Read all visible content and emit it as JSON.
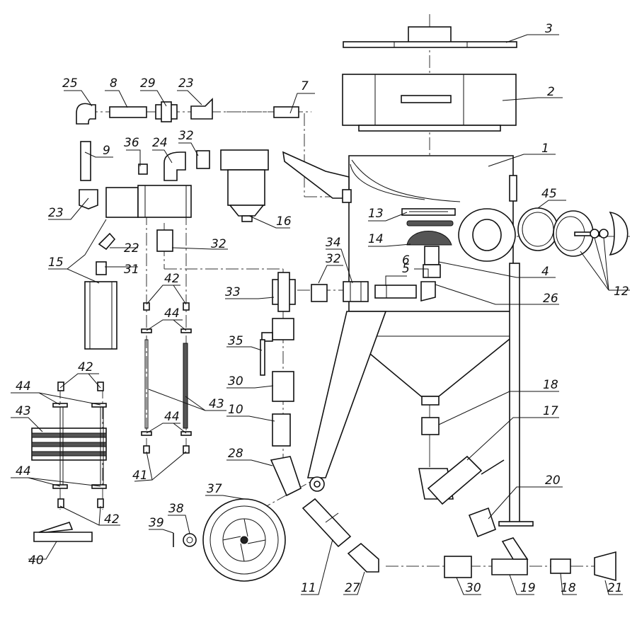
{
  "diagram": {
    "callouts": {
      "c1": "1",
      "c2": "2",
      "c3": "3",
      "c4": "4",
      "c5": "5",
      "c6": "6",
      "c7": "7",
      "c8": "8",
      "c9": "9",
      "c10": "10",
      "c11": "11",
      "c12": "12",
      "c13": "13",
      "c14": "14",
      "c15": "15",
      "c16": "16",
      "c17": "17",
      "c18a": "18",
      "c18b": "18",
      "c19": "19",
      "c20": "20",
      "c21": "21",
      "c22": "22",
      "c23a": "23",
      "c23b": "23",
      "c24": "24",
      "c25": "25",
      "c26": "26",
      "c27": "27",
      "c28": "28",
      "c29": "29",
      "c30a": "30",
      "c30b": "30",
      "c31": "31",
      "c32a": "32",
      "c32b": "32",
      "c32c": "32",
      "c33": "33",
      "c34": "34",
      "c35": "35",
      "c36": "36",
      "c37": "37",
      "c38": "38",
      "c39": "39",
      "c40": "40",
      "c41": "41",
      "c42a": "42",
      "c42b": "42",
      "c42c": "42",
      "c43a": "43",
      "c43b": "43",
      "c44a": "44",
      "c44b": "44",
      "c44c": "44",
      "c44d": "44",
      "c45": "45"
    }
  }
}
